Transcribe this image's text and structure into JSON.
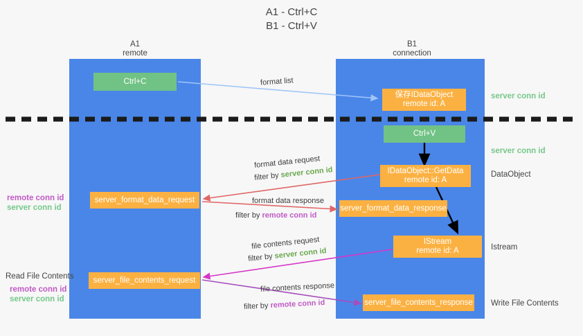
{
  "title": {
    "line1": "A1 - Ctrl+C",
    "line2": "B1 - Ctrl+V"
  },
  "lanes": [
    {
      "id": "a1",
      "name": "A1",
      "sub": "remote"
    },
    {
      "id": "b1",
      "name": "B1",
      "sub": "connection"
    }
  ],
  "nodes": {
    "ctrl_c": {
      "line1": "Ctrl+C"
    },
    "save_idataobject": {
      "line1": "保存IDataObject",
      "line2": "remote id: A"
    },
    "ctrl_v": {
      "line1": "Ctrl+V"
    },
    "getdata": {
      "line1": "IDataObject::GetData",
      "line2": "remote id: A"
    },
    "server_format_data_request": {
      "line1": "server_format_data_request"
    },
    "server_format_data_response": {
      "line1": "server_format_data_response"
    },
    "istream": {
      "line1": "IStream",
      "line2": "remote id: A"
    },
    "server_file_contents_request": {
      "line1": "server_file_contents_request"
    },
    "server_file_contents_response": {
      "line1": "server_file_contents_response"
    }
  },
  "right_labels": {
    "server_conn_id_top": "server conn id",
    "server_conn_id_mid": "server conn id",
    "dataobject": "DataObject",
    "istream": "Istream",
    "write_file_contents": "Write File Contents"
  },
  "left_labels": {
    "remote_conn_id_1": "remote conn id",
    "server_conn_id_1": "server conn id",
    "read_file_contents": "Read File Contents",
    "remote_conn_id_2": "remote conn id",
    "server_conn_id_2": "server conn id"
  },
  "annotations": {
    "format_list": "format list",
    "format_data_request": "format data request",
    "format_data_request_filter_prefix": "filter by ",
    "format_data_request_filter_value": "server conn id",
    "format_data_response": "format data response",
    "format_data_response_filter_prefix": "filter by ",
    "format_data_response_filter_value": "remote conn id",
    "file_contents_request": "file contents request",
    "file_contents_request_filter_prefix": "filter by ",
    "file_contents_request_filter_value": "server conn id",
    "file_contents_response": "file contents response",
    "file_contents_response_filter_prefix": "filter by ",
    "file_contents_response_filter_value": "remote conn id"
  },
  "colors": {
    "lane": "#4a86e8",
    "node_green": "#71c285",
    "node_orange": "#fbb142",
    "arrow_blue": "#9fc5f8",
    "arrow_red": "#e06666",
    "arrow_magenta": "#d636c8",
    "arrow_purple": "#a64dbd",
    "arrow_black": "#000000",
    "label_green": "#6aa84f",
    "label_magenta": "#c15ac6",
    "divider": "#1b1b1b"
  }
}
